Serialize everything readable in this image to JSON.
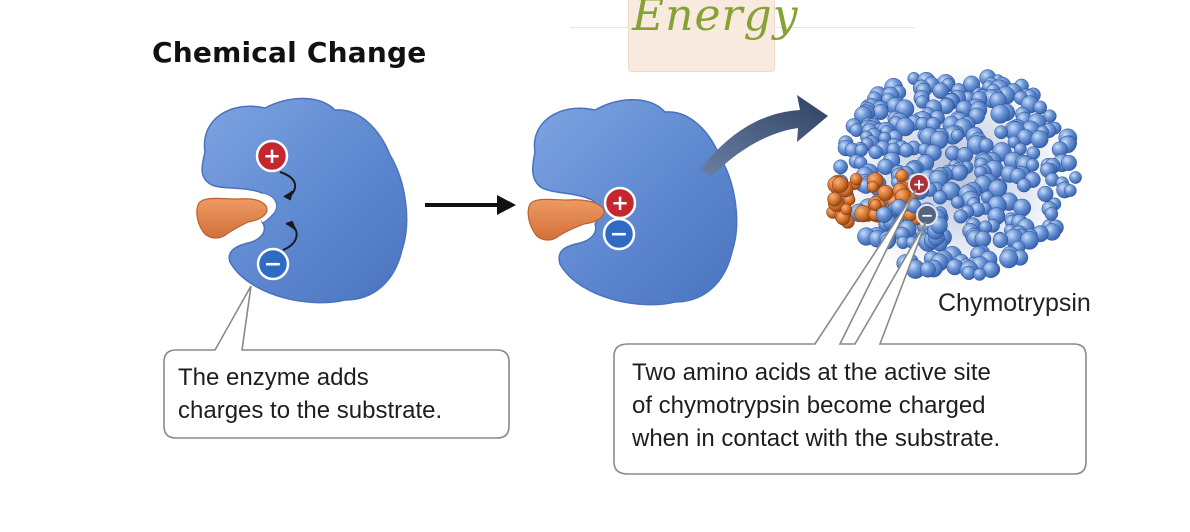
{
  "title": "Chemical Change",
  "annotation": "Energy",
  "left_caption": {
    "line1": "The enzyme adds",
    "line2": "charges to the substrate."
  },
  "right_caption": {
    "line1": "Two amino acids at the active site",
    "line2": "of chymotrypsin become charged",
    "line3": "when in contact with the substrate."
  },
  "protein_label": "Chymotrypsin",
  "charges": {
    "positive": "+",
    "negative": "−"
  },
  "colors": {
    "enzyme": "#5b86cf",
    "substrate": "#e0834c",
    "positive_charge": "#c5272e",
    "negative_charge": "#2f6bc4",
    "annotation_highlight": "#f8eadf",
    "annotation_ink": "#86a134",
    "curved_arrow": "#3a4d6c"
  }
}
